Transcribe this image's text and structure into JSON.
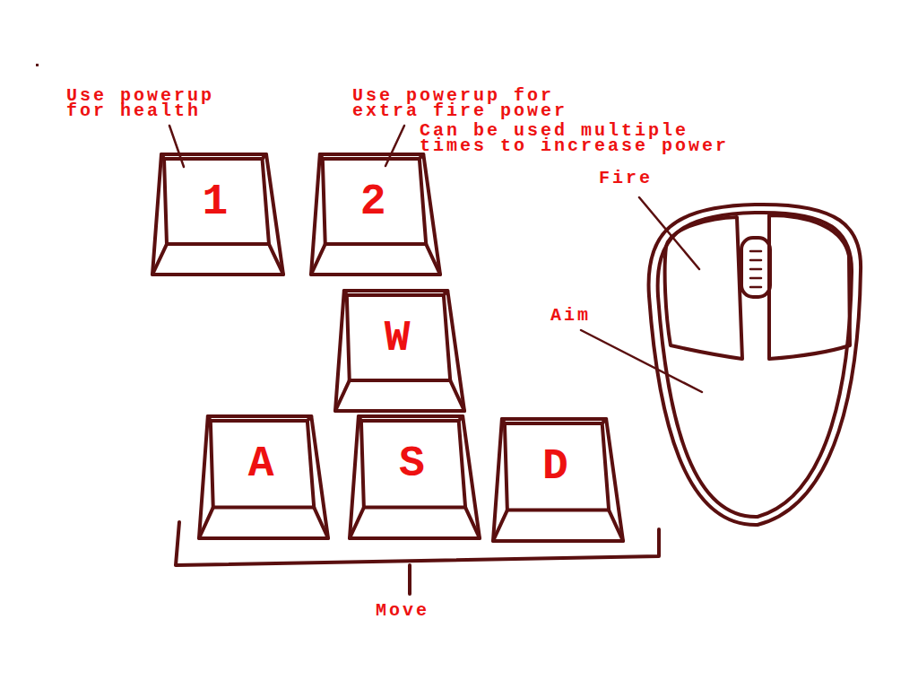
{
  "diagram": {
    "nodes": [
      {
        "text": [
          "1"
        ]
      },
      {
        "text": [
          "2"
        ]
      },
      {
        "text": [
          "W"
        ]
      },
      {
        "text": [
          "A"
        ]
      },
      {
        "text": [
          "S"
        ]
      },
      {
        "text": [
          "D"
        ]
      }
    ],
    "labels": [
      "Use powerup for health",
      "Use powerup for extra fire power",
      "Can be used multiple times to increase power",
      "Fire",
      "Aim",
      "Move"
    ]
  }
}
